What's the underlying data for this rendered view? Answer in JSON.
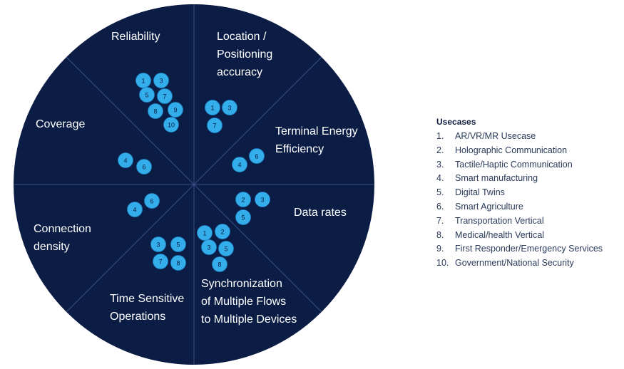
{
  "wheel": {
    "background": "#0b1c45",
    "divider": "#3a4f85",
    "bubble_fill": "#33aeea",
    "bubble_text": "#0b1c45",
    "segments": [
      {
        "id": "reliability",
        "lines": [
          "Reliability"
        ],
        "usecases": [
          "1",
          "3",
          "5",
          "7",
          "8",
          "9",
          "10"
        ]
      },
      {
        "id": "location",
        "lines": [
          "Location /",
          "Positioning",
          "accuracy"
        ],
        "usecases": [
          "1",
          "3",
          "7"
        ]
      },
      {
        "id": "energy",
        "lines": [
          "Terminal Energy",
          "Efficiency"
        ],
        "usecases": [
          "4",
          "6"
        ]
      },
      {
        "id": "datarates",
        "lines": [
          "Data rates"
        ],
        "usecases": [
          "2",
          "3",
          "5"
        ]
      },
      {
        "id": "sync",
        "lines": [
          "Synchronization",
          "of Multiple Flows",
          "to Multiple Devices"
        ],
        "usecases": [
          "1",
          "2",
          "3",
          "5",
          "8"
        ]
      },
      {
        "id": "timesensitive",
        "lines": [
          "Time Sensitive",
          "Operations"
        ],
        "usecases": [
          "3",
          "5",
          "7",
          "8"
        ]
      },
      {
        "id": "density",
        "lines": [
          "Connection",
          "density"
        ],
        "usecases": [
          "4",
          "6"
        ]
      },
      {
        "id": "coverage",
        "lines": [
          "Coverage"
        ],
        "usecases": [
          "4",
          "6"
        ]
      }
    ]
  },
  "legend": {
    "title": "Usecases",
    "items": [
      {
        "num": "1.",
        "label": "AR/VR/MR Usecase"
      },
      {
        "num": "2.",
        "label": "Holographic Communication"
      },
      {
        "num": "3.",
        "label": "Tactile/Haptic Communication"
      },
      {
        "num": "4.",
        "label": "Smart manufacturing"
      },
      {
        "num": "5.",
        "label": "Digital Twins"
      },
      {
        "num": "6.",
        "label": "Smart Agriculture"
      },
      {
        "num": "7.",
        "label": "Transportation Vertical"
      },
      {
        "num": "8.",
        "label": "Medical/health Vertical"
      },
      {
        "num": "9.",
        "label": "First Responder/Emergency Services"
      },
      {
        "num": "10.",
        "label": "Government/National Security"
      }
    ]
  }
}
